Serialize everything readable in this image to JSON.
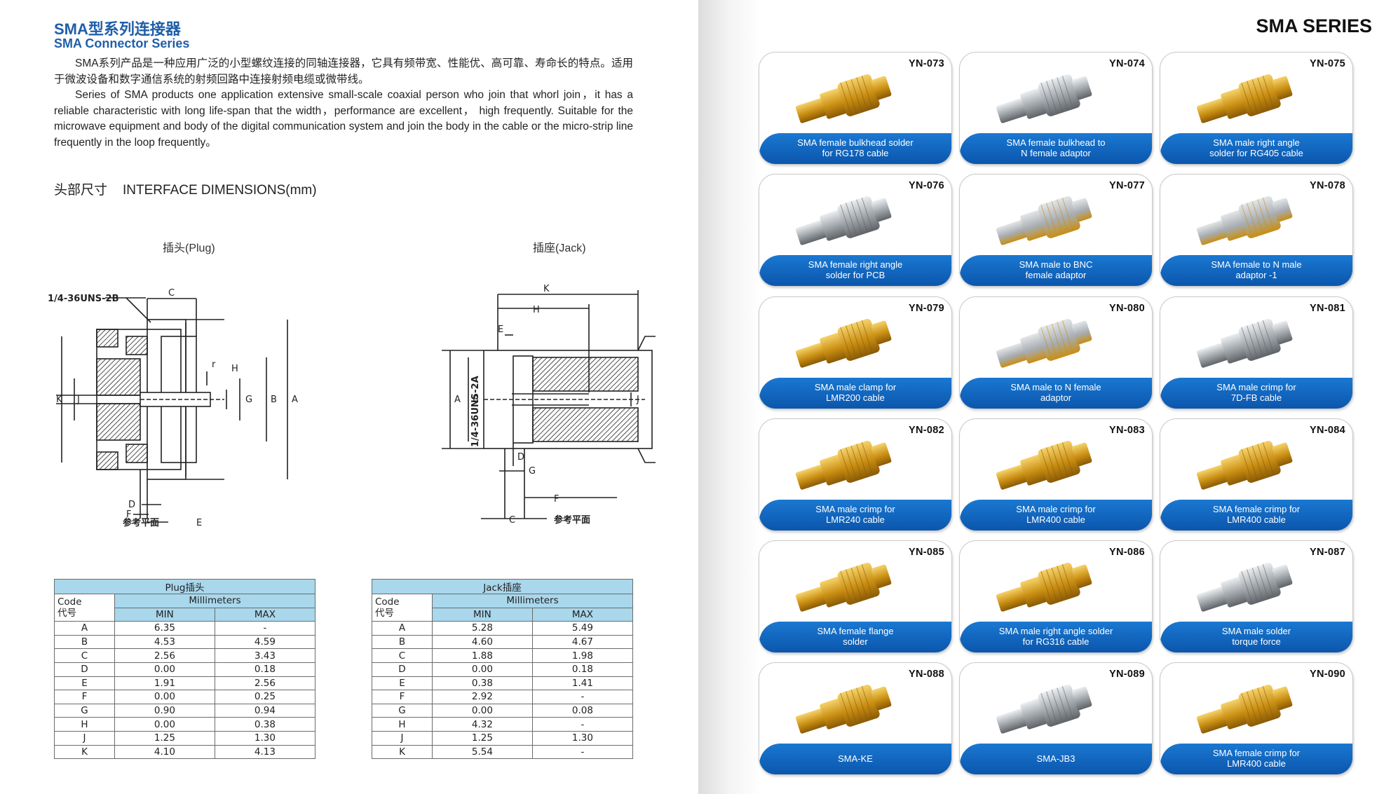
{
  "left": {
    "title_cn": "SMA型系列连接器",
    "title_en": "SMA Connector Series",
    "intro_cn": "SMA系列产品是一种应用广泛的小型螺纹连接的同轴连接器，它具有频带宽、性能优、高可靠、寿命长的特点。适用于微波设备和数字通信系统的射频回路中连接射频电缆或微带线。",
    "intro_en": "Series of SMA products one application extensive small-scale coaxial person who join that whorl join，it has a reliable characteristic with long life-span that the width，performance are excellent， high frequently.  Suitable for the microwave equipment and body of the digital communication system and join the body in the cable or the micro-strip line frequently in the loop frequently。",
    "dim_heading_cn": "头部尺寸",
    "dim_heading_en": "INTERFACE DIMENSIONS(mm)",
    "plug_caption": "插头(Plug)",
    "jack_caption": "插座(Jack)",
    "drawing_labels": {
      "thread_plug": "1/4-36UNS-2B",
      "thread_jack": "1/4-36UNS-2A",
      "reference": "参考平面",
      "A": "A",
      "B": "B",
      "C": "C",
      "D": "D",
      "E": "E",
      "F": "F",
      "G": "G",
      "H": "H",
      "J": "J",
      "K": "K",
      "r": "r"
    }
  },
  "tables": [
    {
      "title": "Plug插头",
      "code_label_en": "Code",
      "code_label_cn": "代号",
      "unit_label": "Millimeters",
      "min_label": "MIN",
      "max_label": "MAX",
      "rows": [
        [
          "A",
          "6.35",
          "-"
        ],
        [
          "B",
          "4.53",
          "4.59"
        ],
        [
          "C",
          "2.56",
          "3.43"
        ],
        [
          "D",
          "0.00",
          "0.18"
        ],
        [
          "E",
          "1.91",
          "2.56"
        ],
        [
          "F",
          "0.00",
          "0.25"
        ],
        [
          "G",
          "0.90",
          "0.94"
        ],
        [
          "H",
          "0.00",
          "0.38"
        ],
        [
          "J",
          "1.25",
          "1.30"
        ],
        [
          "K",
          "4.10",
          "4.13"
        ]
      ]
    },
    {
      "title": "Jack插座",
      "code_label_en": "Code",
      "code_label_cn": "代号",
      "unit_label": "Millimeters",
      "min_label": "MIN",
      "max_label": "MAX",
      "rows": [
        [
          "A",
          "5.28",
          "5.49"
        ],
        [
          "B",
          "4.60",
          "4.67"
        ],
        [
          "C",
          "1.88",
          "1.98"
        ],
        [
          "D",
          "0.00",
          "0.18"
        ],
        [
          "E",
          "0.38",
          "1.41"
        ],
        [
          "F",
          "2.92",
          "-"
        ],
        [
          "G",
          "0.00",
          "0.08"
        ],
        [
          "H",
          "4.32",
          "-"
        ],
        [
          "J",
          "1.25",
          "1.30"
        ],
        [
          "K",
          "5.54",
          "-"
        ]
      ]
    }
  ],
  "right": {
    "series_title": "SMA SERIES",
    "products": [
      {
        "code": "YN-073",
        "desc": "SMA female bulkhead solder\nfor RG178 cable",
        "icon": "bulkhead-solder-connector-icon",
        "finish": "gold"
      },
      {
        "code": "YN-074",
        "desc": "SMA female bulkhead to\nN female adaptor",
        "icon": "bulkhead-adaptor-icon",
        "finish": "silver"
      },
      {
        "code": "YN-075",
        "desc": "SMA male right angle\nsolder for RG405 cable",
        "icon": "right-angle-connector-icon",
        "finish": "gold"
      },
      {
        "code": "YN-076",
        "desc": "SMA female right angle\nsolder for PCB",
        "icon": "pcb-right-angle-connector-icon",
        "finish": "silver"
      },
      {
        "code": "YN-077",
        "desc": "SMA male to BNC\nfemale adaptor",
        "icon": "bnc-adaptor-icon",
        "finish": "mixed"
      },
      {
        "code": "YN-078",
        "desc": "SMA female to N male\nadaptor -1",
        "icon": "n-adaptor-icon",
        "finish": "mixed"
      },
      {
        "code": "YN-079",
        "desc": "SMA male clamp for\nLMR200 cable",
        "icon": "clamp-connector-icon",
        "finish": "gold"
      },
      {
        "code": "YN-080",
        "desc": "SMA male to N female\nadaptor",
        "icon": "n-female-adaptor-icon",
        "finish": "mixed"
      },
      {
        "code": "YN-081",
        "desc": "SMA male crimp for\n7D-FB cable",
        "icon": "crimp-connector-icon",
        "finish": "silver"
      },
      {
        "code": "YN-082",
        "desc": "SMA male crimp for\nLMR240 cable",
        "icon": "crimp-connector-icon",
        "finish": "gold"
      },
      {
        "code": "YN-083",
        "desc": "SMA male crimp for\nLMR400 cable",
        "icon": "crimp-connector-icon",
        "finish": "gold"
      },
      {
        "code": "YN-084",
        "desc": "SMA female crimp for\nLMR400 cable",
        "icon": "crimp-connector-icon",
        "finish": "gold"
      },
      {
        "code": "YN-085",
        "desc": "SMA female flange\nsolder",
        "icon": "flange-connector-icon",
        "finish": "gold"
      },
      {
        "code": "YN-086",
        "desc": "SMA male right angle solder\nfor RG316 cable",
        "icon": "right-angle-connector-icon",
        "finish": "gold"
      },
      {
        "code": "YN-087",
        "desc": "SMA male solder\ntorque force",
        "icon": "solder-connector-icon",
        "finish": "silver"
      },
      {
        "code": "YN-088",
        "desc": "SMA-KE",
        "icon": "pcb-edge-connector-icon",
        "finish": "gold"
      },
      {
        "code": "YN-089",
        "desc": "SMA-JB3",
        "icon": "solder-connector-icon",
        "finish": "silver"
      },
      {
        "code": "YN-090",
        "desc": "SMA female crimp for\nLMR400 cable",
        "icon": "crimp-connector-icon",
        "finish": "gold"
      }
    ]
  },
  "colors": {
    "title_blue": "#1f5fa8",
    "table_header": "#a9d7ec",
    "band_blue": "#0b56ad",
    "gold": "#d9a521",
    "silver": "#b5b8bb"
  }
}
